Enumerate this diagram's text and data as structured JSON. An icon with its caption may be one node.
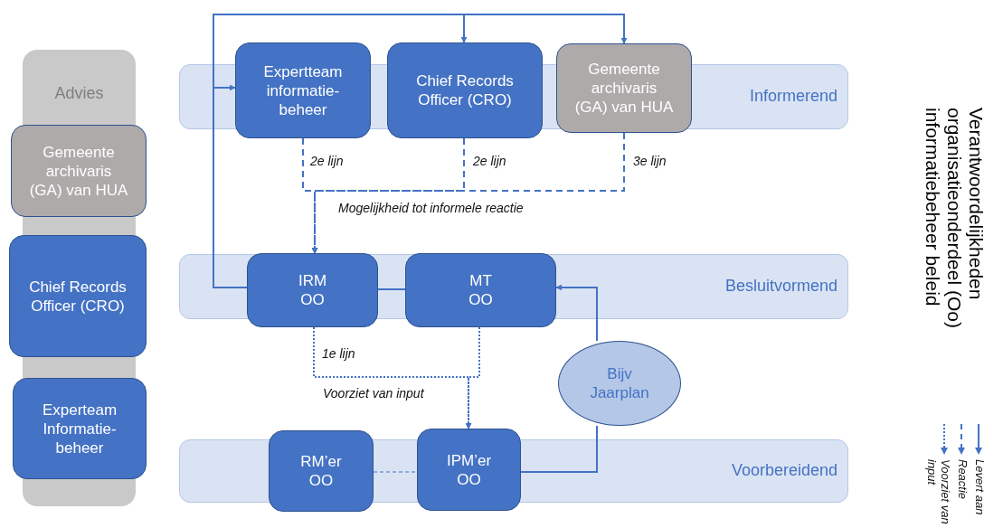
{
  "diagram": {
    "title": "Verantwoordelijkheden organisatieonderdeel (Oo) informatiebeheer beleid",
    "nodes": [
      {
        "text": [
          "Advies"
        ]
      },
      {
        "text": [
          "Gemeente archivaris (GA) van HUA"
        ]
      },
      {
        "text": [
          "Chief Records Officer (CRO)"
        ]
      },
      {
        "text": [
          "Experteam Informatie-beheer"
        ]
      },
      {
        "text": [
          "Informerend"
        ]
      },
      {
        "text": [
          "Besluitvormend"
        ]
      },
      {
        "text": [
          "Voorbereidend"
        ]
      },
      {
        "text": [
          "Expertteam informatie-beheer"
        ]
      },
      {
        "text": [
          "Chief Records Officer (CRO)"
        ]
      },
      {
        "text": [
          "Gemeente archivaris (GA) van HUA"
        ]
      },
      {
        "text": [
          "IRM OO"
        ]
      },
      {
        "text": [
          "MT OO"
        ]
      },
      {
        "text": [
          "Bijv Jaarplan"
        ]
      },
      {
        "text": [
          "RM’er OO"
        ]
      },
      {
        "text": [
          "IPM’er OO"
        ]
      }
    ],
    "edges": [
      {
        "from": 10,
        "to": 7,
        "arrow": "to"
      },
      {
        "from": 10,
        "to": 8,
        "arrow": "to"
      },
      {
        "from": 10,
        "to": 9,
        "arrow": "to"
      },
      {
        "from": 7,
        "to": 10,
        "arrow": "to",
        "style": "dashed",
        "label": "2e lijn"
      },
      {
        "from": 8,
        "to": 10,
        "arrow": "to",
        "style": "dashed",
        "label": "2e lijn"
      },
      {
        "from": 9,
        "to": 10,
        "arrow": "to",
        "style": "dashed",
        "label": "3e lijn"
      },
      {
        "from": 10,
        "to": 11,
        "arrow": "none"
      },
      {
        "from": 10,
        "to": 14,
        "arrow": "to",
        "style": "dashed",
        "label": "1e lijn"
      },
      {
        "from": 11,
        "to": 14,
        "arrow": "to",
        "style": "dashed"
      },
      {
        "from": 14,
        "to": 12,
        "arrow": "none"
      },
      {
        "from": 12,
        "to": 11,
        "arrow": "to"
      },
      {
        "from": 13,
        "to": 14,
        "arrow": "none",
        "style": "dashed"
      }
    ],
    "labels": [
      "Mogelijkheid tot informele reactie",
      "Voorziet van input"
    ],
    "legend": [
      {
        "text": "Levert aan"
      },
      {
        "text": "Reactie"
      },
      {
        "text": "Voorziet van input"
      }
    ]
  }
}
